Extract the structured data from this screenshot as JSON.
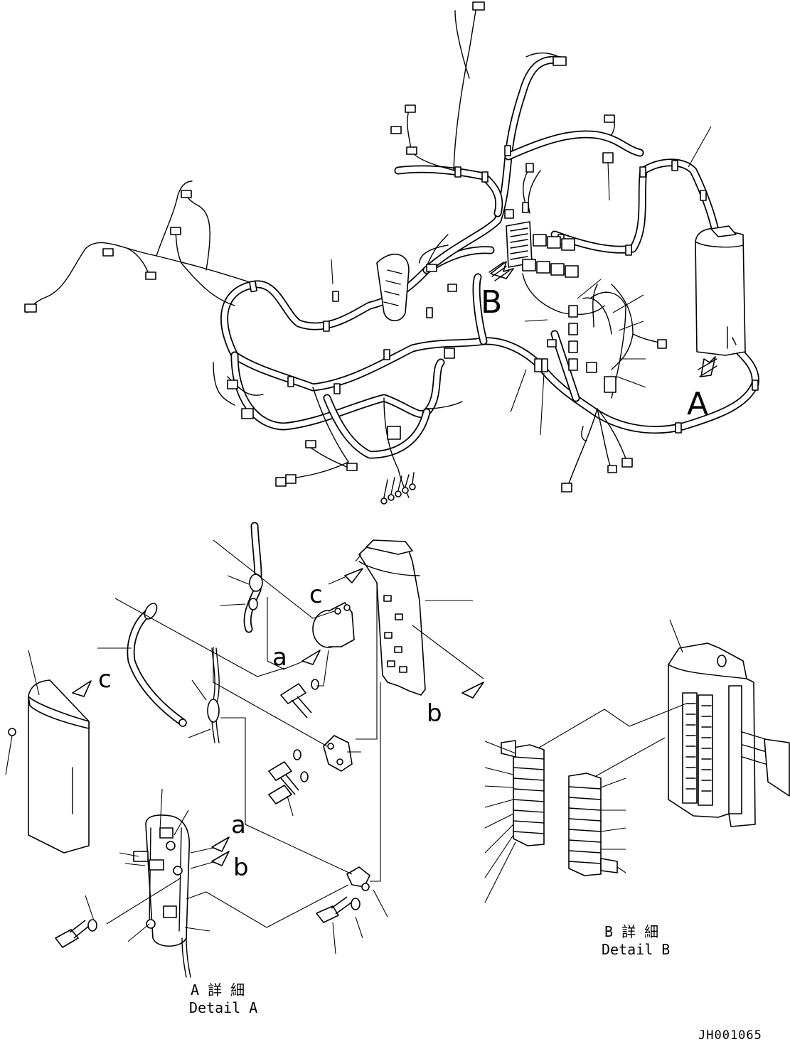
{
  "views": {
    "main_A_label": "A",
    "main_B_label": "B"
  },
  "detail_a": {
    "callout_a1": "a",
    "callout_a2": "a",
    "callout_b1": "b",
    "callout_b2": "b",
    "callout_c1": "c",
    "callout_c2": "c",
    "caption_jp": "A 詳 細",
    "caption_en": "Detail A"
  },
  "detail_b": {
    "caption_jp": "B 詳 細",
    "caption_en": "Detail B"
  },
  "drawing_code": "JH001065"
}
